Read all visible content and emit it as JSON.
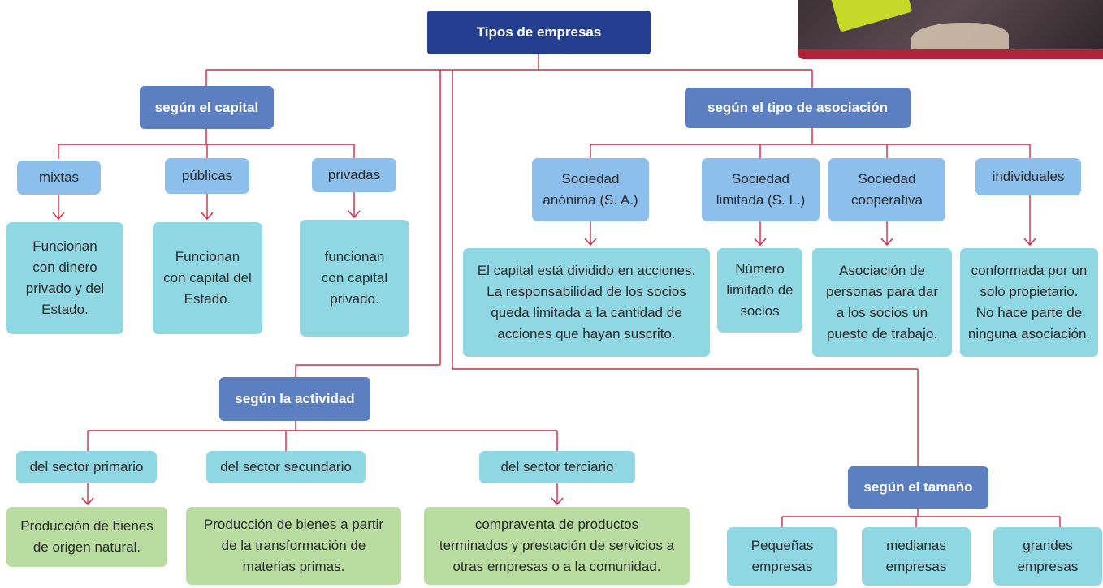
{
  "root": "Tipos de empresas",
  "capital": {
    "title": "según el capital",
    "items": [
      {
        "label": "mixtas",
        "desc": "Funcionan\ncon dinero\nprivado y del\nEstado."
      },
      {
        "label": "públicas",
        "desc": "Funcionan\ncon capital del\nEstado."
      },
      {
        "label": "privadas",
        "desc": "funcionan\ncon capital\nprivado."
      }
    ]
  },
  "asociacion": {
    "title": "según el tipo de asociación",
    "items": [
      {
        "label": "Sociedad\nanónima (S. A.)",
        "desc": "El capital está dividido en acciones.\nLa responsabilidad de los socios\nqueda limitada a la cantidad de\nacciones que hayan suscrito."
      },
      {
        "label": "Sociedad\nlimitada (S. L.)",
        "desc": "Número\nlimitado de\nsocios"
      },
      {
        "label": "Sociedad\ncooperativa",
        "desc": "Asociación de\npersonas para dar\na los socios un\npuesto de trabajo."
      },
      {
        "label": "individuales",
        "desc": "conformada por un\nsolo propietario.\nNo hace parte de\nninguna asociación."
      }
    ]
  },
  "actividad": {
    "title": "según la actividad",
    "items": [
      {
        "label": "del sector primario",
        "desc": "Producción de bienes\nde origen natural."
      },
      {
        "label": "del sector secundario",
        "desc": "Producción de bienes a partir\nde la transformación de\nmaterias primas."
      },
      {
        "label": "del sector terciario",
        "desc": "compraventa de productos\nterminados y prestación de servicios a\notras empresas o a la comunidad."
      }
    ]
  },
  "tamano": {
    "title": "según el tamaño",
    "items": [
      {
        "label": "Pequeñas\nempresas"
      },
      {
        "label": "medianas\nempresas"
      },
      {
        "label": "grandes\nempresas"
      }
    ]
  },
  "colors": {
    "line": "#d7263d",
    "root": "#243f8f",
    "category": "#5b7fc0",
    "sub": "#8dbfec",
    "teal": "#8fd8e3",
    "green": "#b9dca0"
  }
}
